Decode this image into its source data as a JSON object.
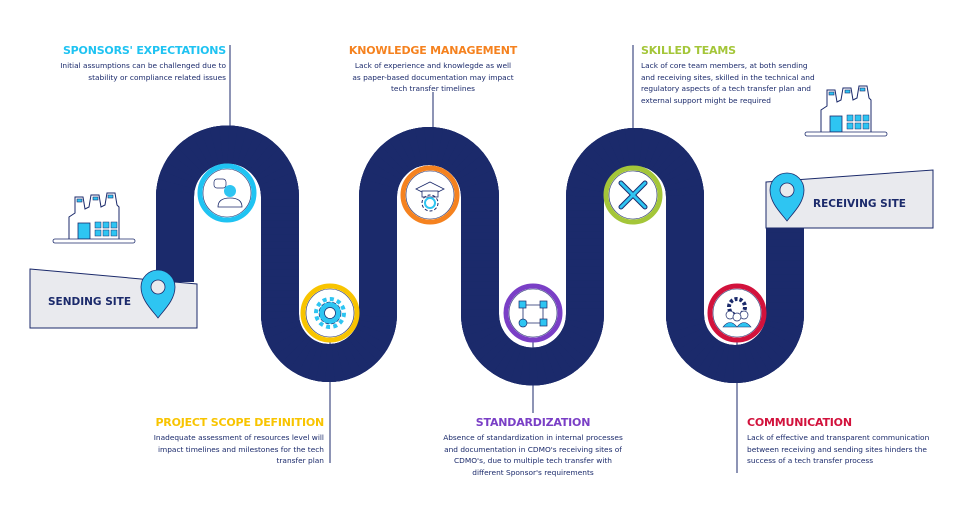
{
  "colors": {
    "road": "#0b2267",
    "road_edge": "#2ec5f2",
    "sponsors": "#1fc3f2",
    "knowledge": "#f5821f",
    "project": "#f8c400",
    "standardization": "#7a3fc6",
    "skilled": "#a4c639",
    "communication": "#d2123c",
    "text": "#1b2a6b"
  },
  "sites": {
    "sending": "SENDING SITE",
    "receiving": "RECEIVING SITE"
  },
  "steps": [
    {
      "id": "sponsors",
      "title": "SPONSORS' EXPECTATIONS",
      "text": "Initial assumptions can be challenged due to stability or compliance related issues",
      "icon": "person-chat-icon"
    },
    {
      "id": "project",
      "title": "PROJECT SCOPE DEFINITION",
      "text": "Inadequate assessment of resources level will impact timelines and milestones for the tech transfer plan",
      "icon": "gear-icon"
    },
    {
      "id": "knowledge",
      "title": "KNOWLEDGE MANAGEMENT",
      "text": "Lack of experience and knowlegde as well as paper-based documentation may impact tech transfer timelines",
      "icon": "graduation-cap-gear-icon"
    },
    {
      "id": "standardization",
      "title": "STANDARDIZATION",
      "text": "Absence of standardization in internal processes and documentation in CDMO's receiving sites of CDMO's, due to multiple tech transfer with different Sponsor's requirements",
      "icon": "flowchart-icon"
    },
    {
      "id": "skilled",
      "title": "SKILLED TEAMS",
      "text": "Lack of core team members, at both sending and receiving sites, skilled in the technical and regulatory aspects of a tech transfer plan and external support might be required",
      "icon": "wrench-screwdriver-icon"
    },
    {
      "id": "communication",
      "title": "COMMUNICATION",
      "text": "Lack of effective and transparent communication between receiving and sending sites hinders the success of a tech transfer process",
      "icon": "team-gear-icon"
    }
  ]
}
